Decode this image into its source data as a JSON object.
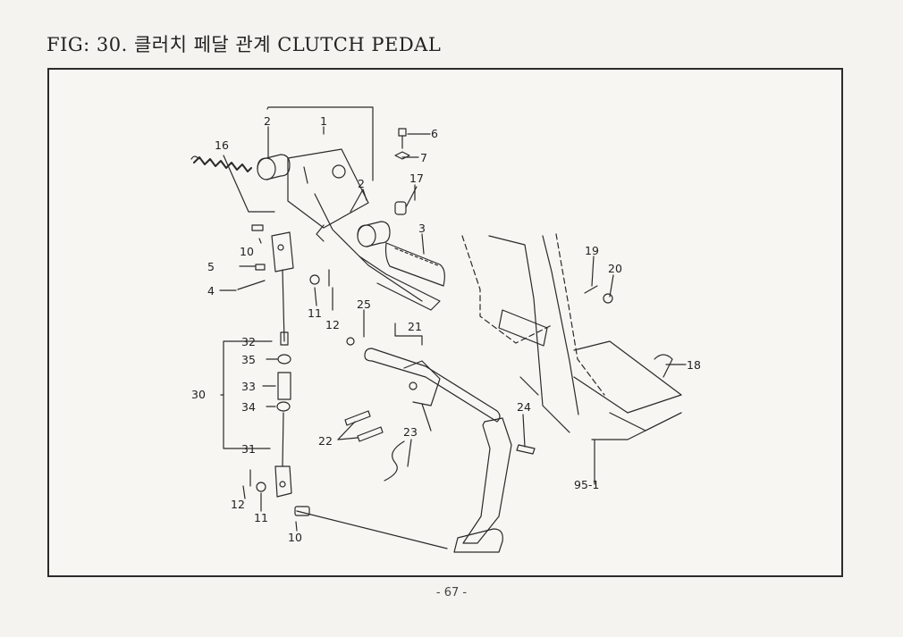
{
  "title": "FIG: 30. 클러치 페달 관계 CLUTCH PEDAL",
  "page_number": "- 67 -",
  "callouts": {
    "c1": "1",
    "c2a": "2",
    "c2b": "2",
    "c3": "3",
    "c4": "4",
    "c5": "5",
    "c6": "6",
    "c7": "7",
    "c10a": "10",
    "c10b": "10",
    "c11a": "11",
    "c11b": "11",
    "c12a": "12",
    "c12b": "12",
    "c16": "16",
    "c17": "17",
    "c18": "18",
    "c19": "19",
    "c20": "20",
    "c21": "21",
    "c22": "22",
    "c23": "23",
    "c24": "24",
    "c25": "25",
    "c30": "30",
    "c31": "31",
    "c32": "32",
    "c33": "33",
    "c34": "34",
    "c35": "35",
    "c95": "95-1"
  }
}
